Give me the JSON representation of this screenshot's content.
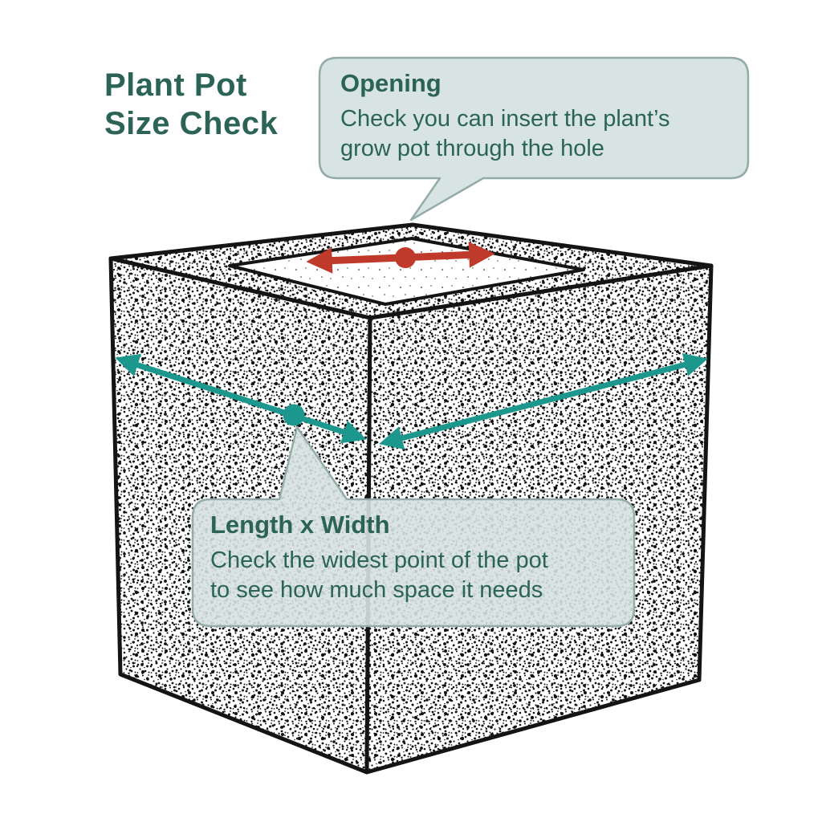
{
  "title": {
    "line1": "Plant Pot",
    "line2": "Size Check"
  },
  "callouts": {
    "opening": {
      "heading": "Opening",
      "body_lines": [
        "Check you can insert the plant’s",
        "grow pot through the hole"
      ]
    },
    "dimensions": {
      "heading": "Length x Width",
      "body_lines": [
        "Check the widest point of the pot",
        "to see how much space it needs"
      ]
    }
  },
  "diagram": {
    "subject": "stippled line drawing of a cube planter",
    "colors": {
      "text": "#2b6457",
      "bubble_fill": "#d6e2e0",
      "bubble_border": "#93acaa",
      "opening_arrow": "#bf3a2a",
      "width_arrow": "#1b978e",
      "outline": "#141414"
    }
  }
}
